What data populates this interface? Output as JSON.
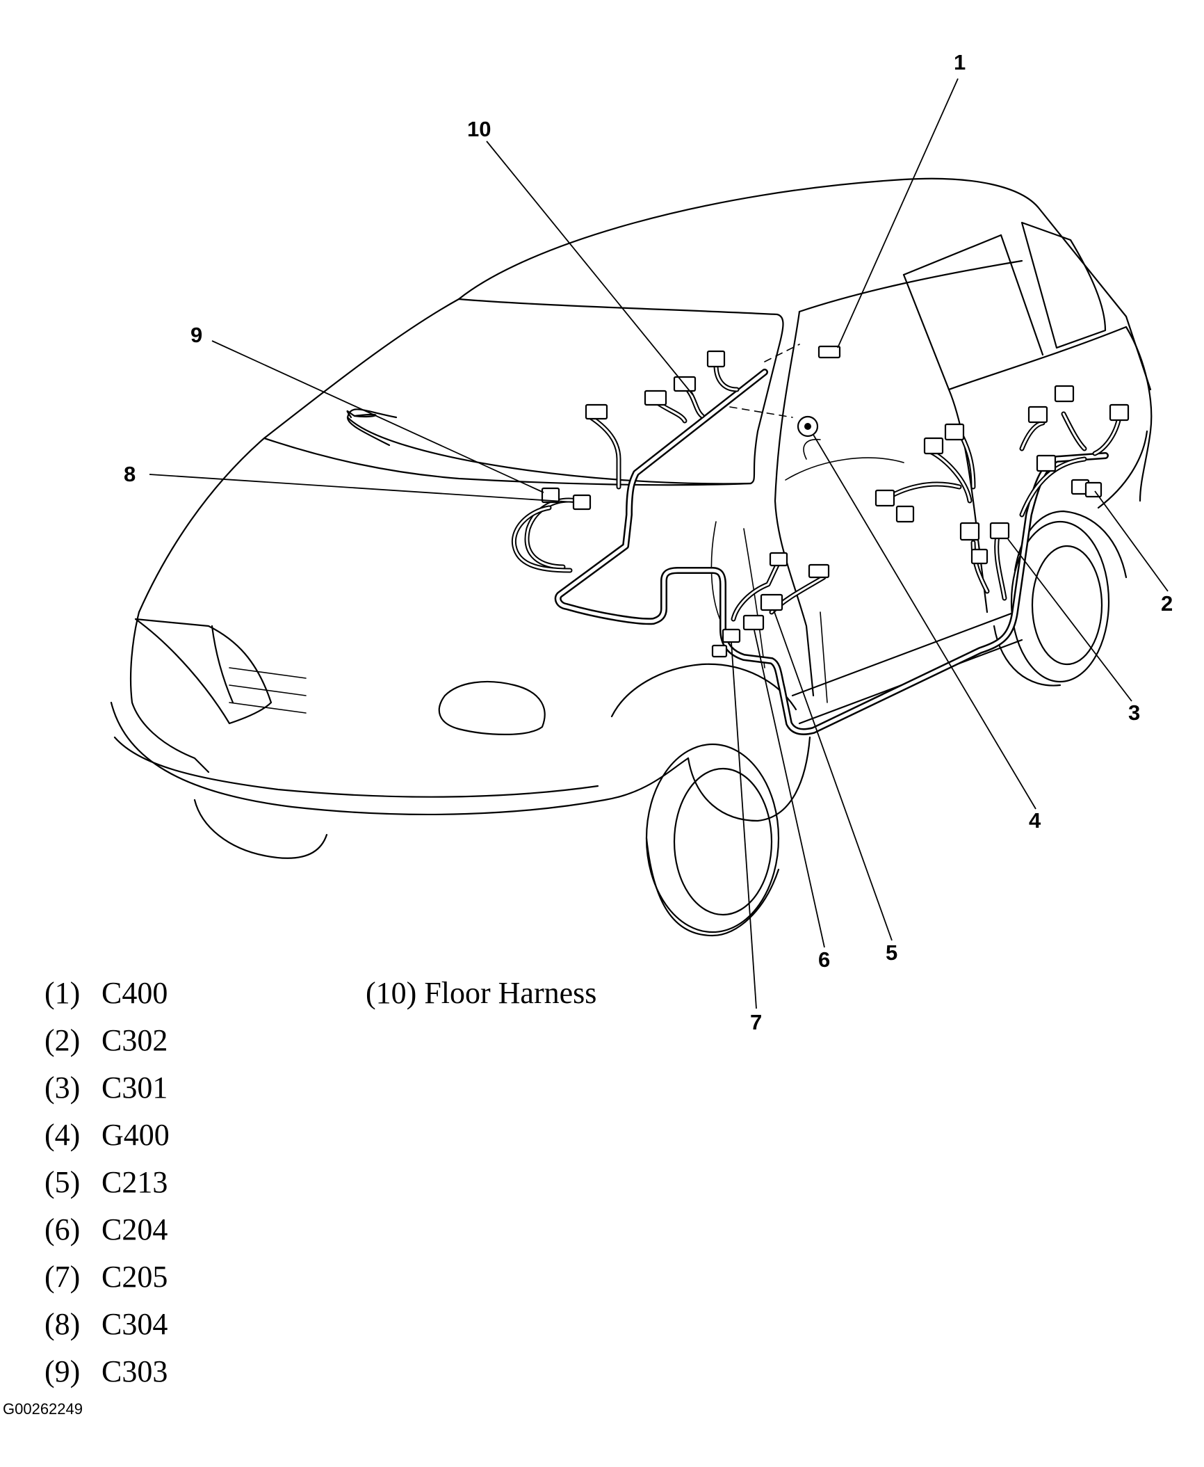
{
  "callouts": [
    "1",
    "2",
    "3",
    "4",
    "5",
    "6",
    "7",
    "8",
    "9",
    "10"
  ],
  "legend": [
    {
      "num": "(1)",
      "code": "C400"
    },
    {
      "num": "(2)",
      "code": "C302"
    },
    {
      "num": "(3)",
      "code": "C301"
    },
    {
      "num": "(4)",
      "code": "G400"
    },
    {
      "num": "(5)",
      "code": "C213"
    },
    {
      "num": "(6)",
      "code": "C204"
    },
    {
      "num": "(7)",
      "code": "C205"
    },
    {
      "num": "(8)",
      "code": "C304"
    },
    {
      "num": "(9)",
      "code": "C303"
    }
  ],
  "legend_10": {
    "num": "(10)",
    "label": "Floor Harness"
  },
  "figure_id": "G00262249"
}
